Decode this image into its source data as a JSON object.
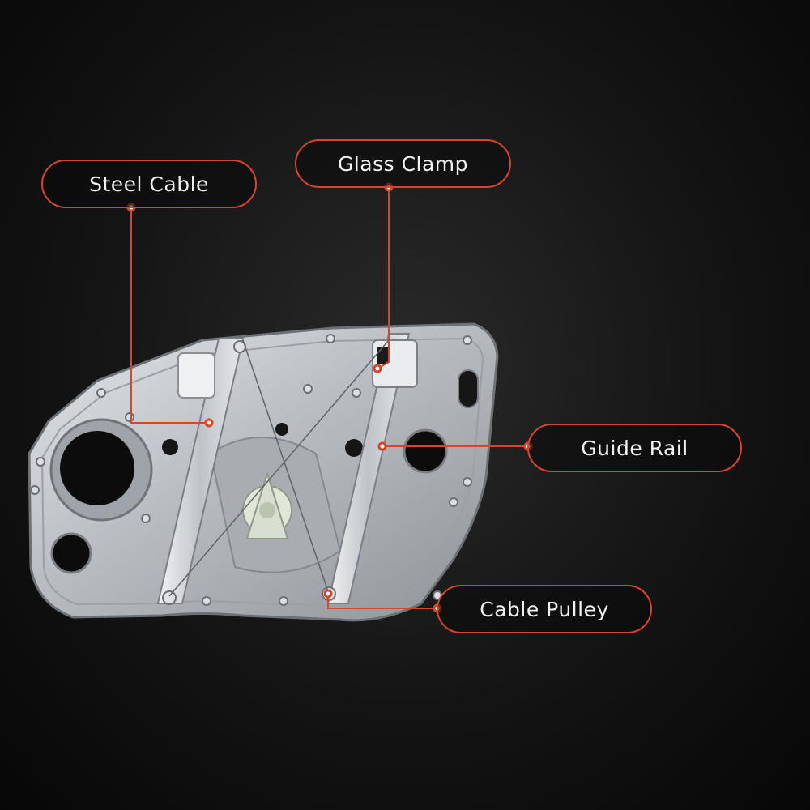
{
  "callouts": {
    "steel_cable": "Steel Cable",
    "glass_clamp": "Glass Clamp",
    "guide_rail": "Guide Rail",
    "cable_pulley": "Cable Pulley"
  },
  "colors": {
    "accent": "#d7452d",
    "background": "#111111",
    "panel": "#c9ccd0"
  },
  "image": {
    "subject": "door-window-regulator-panel"
  }
}
